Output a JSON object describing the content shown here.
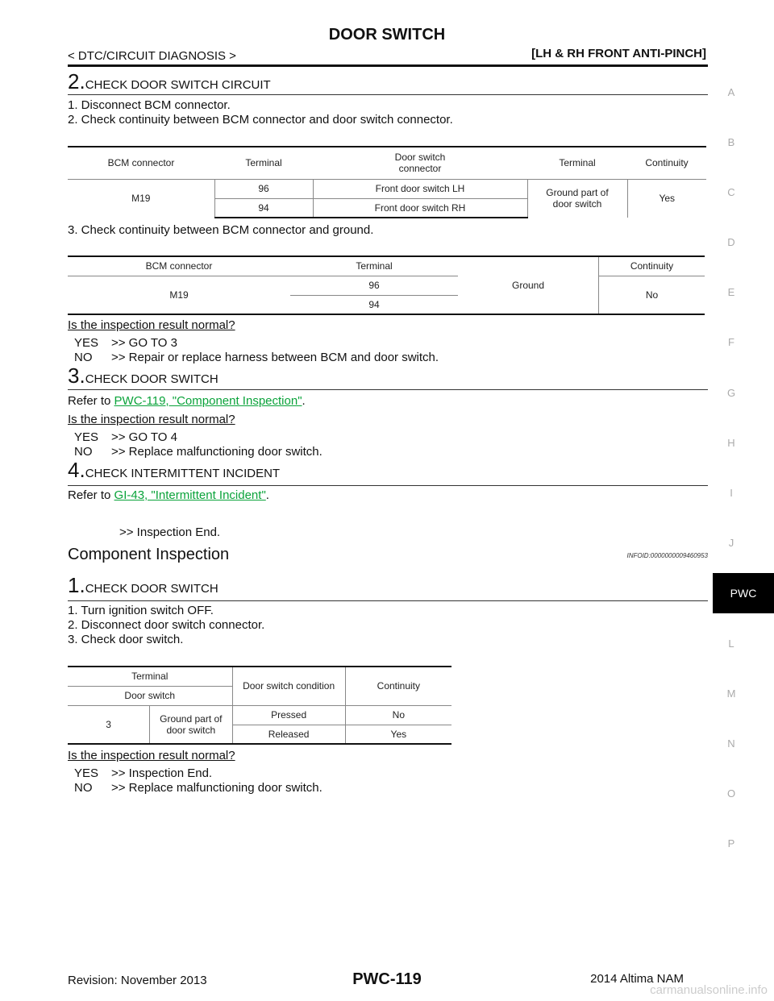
{
  "header": {
    "title": "DOOR SWITCH",
    "section_left": "< DTC/CIRCUIT DIAGNOSIS >",
    "section_right": "[LH & RH FRONT ANTI-PINCH]"
  },
  "step2": {
    "num": "2.",
    "title": "CHECK DOOR SWITCH CIRCUIT",
    "lines": [
      "1. Disconnect BCM connector.",
      "2. Check continuity between BCM connector and door switch connector."
    ],
    "table": {
      "h1": "BCM connector",
      "h2": "Terminal",
      "h3a": "Door switch",
      "h3b": "connector",
      "h4": "Terminal",
      "h5": "Continuity",
      "conn": "M19",
      "r1t": "96",
      "r1d": "Front door switch LH",
      "r2t": "94",
      "r2d": "Front door switch RH",
      "gnd_a": "Ground part of",
      "gnd_b": "door switch",
      "cont": "Yes"
    },
    "line3": "3. Check continuity between BCM connector and ground.",
    "table2": {
      "h1": "BCM connector",
      "h2": "Terminal",
      "h3": "Ground",
      "h4": "Continuity",
      "conn": "M19",
      "t1": "96",
      "t2": "94",
      "cont": "No"
    },
    "question": "Is the inspection result normal?",
    "yes": "YES",
    "yes_text": ">> GO TO 3",
    "no": "NO",
    "no_text": ">> Repair or replace harness between BCM and door switch."
  },
  "step3": {
    "num": "3.",
    "title": "CHECK DOOR SWITCH",
    "refer": "Refer to ",
    "link": "PWC-119, \"Component Inspection\"",
    "period": ".",
    "question": "Is the inspection result normal?",
    "yes": "YES",
    "yes_text": ">> GO TO 4",
    "no": "NO",
    "no_text": ">> Replace malfunctioning door switch."
  },
  "step4": {
    "num": "4.",
    "title": "CHECK INTERMITTENT INCIDENT",
    "refer": "Refer to ",
    "link": "GI-43, \"Intermittent Incident\"",
    "period": ".",
    "end": ">> Inspection End."
  },
  "component": {
    "heading": "Component Inspection",
    "infoid": "INFOID:0000000009460953",
    "num": "1.",
    "title": "CHECK DOOR SWITCH",
    "lines": [
      "1. Turn ignition switch OFF.",
      "2. Disconnect door switch connector.",
      "3. Check door switch."
    ],
    "table": {
      "h_term": "Terminal",
      "h_ds": "Door switch",
      "h_cond": "Door switch condition",
      "h_cont": "Continuity",
      "term": "3",
      "gnd_a": "Ground part of",
      "gnd_b": "door switch",
      "c1": "Pressed",
      "v1": "No",
      "c2": "Released",
      "v2": "Yes"
    },
    "question": "Is the inspection result normal?",
    "yes": "YES",
    "yes_text": ">> Inspection End.",
    "no": "NO",
    "no_text": ">> Replace malfunctioning door switch."
  },
  "index": [
    "A",
    "B",
    "C",
    "D",
    "E",
    "F",
    "G",
    "H",
    "I",
    "J",
    "L",
    "M",
    "N",
    "O",
    "P"
  ],
  "index_active": "PWC",
  "footer": {
    "revision": "Revision: November 2013",
    "page": "PWC-119",
    "model": "2014 Altima NAM",
    "watermark": "carmanualsonline.info"
  }
}
